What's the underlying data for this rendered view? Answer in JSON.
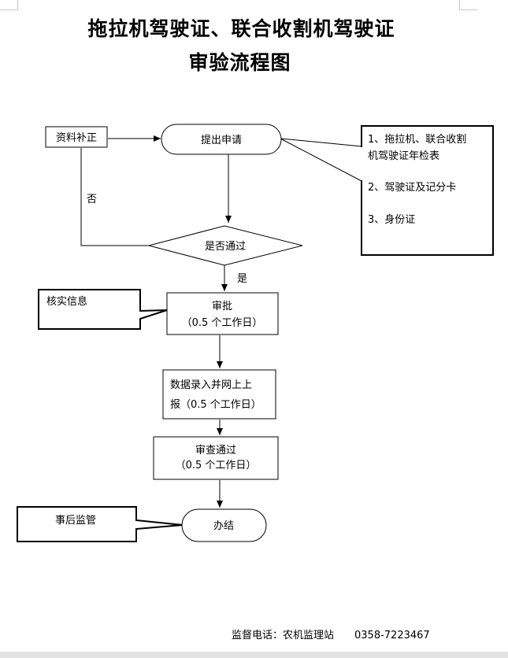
{
  "title": {
    "line1": "拖拉机驾驶证、联合收割机驾驶证",
    "line2": "审验流程图"
  },
  "nodes": {
    "supplement": "资料补正",
    "apply": "提出申请",
    "decision": "是否通过",
    "no_label": "否",
    "yes_label": "是",
    "approve": {
      "line1": "审批",
      "line2": "（0.5 个工作日）"
    },
    "data_entry": {
      "line1": "数据录入并网上上",
      "line2": "报（0.5 个工作日）"
    },
    "review": {
      "line1": "审查通过",
      "line2": "（0.5 个工作日）"
    },
    "complete": "办结"
  },
  "callouts": {
    "materials": {
      "item1_line1": "1、拖拉机、联合收割",
      "item1_line2": "机驾驶证年检表",
      "item2": "2、驾驶证及记分卡",
      "item3": "3、身份证"
    },
    "verify": "核实信息",
    "supervision": "事后监管"
  },
  "footer": {
    "label": "监督电话：农机监理站",
    "phone": "0358-7223467"
  }
}
